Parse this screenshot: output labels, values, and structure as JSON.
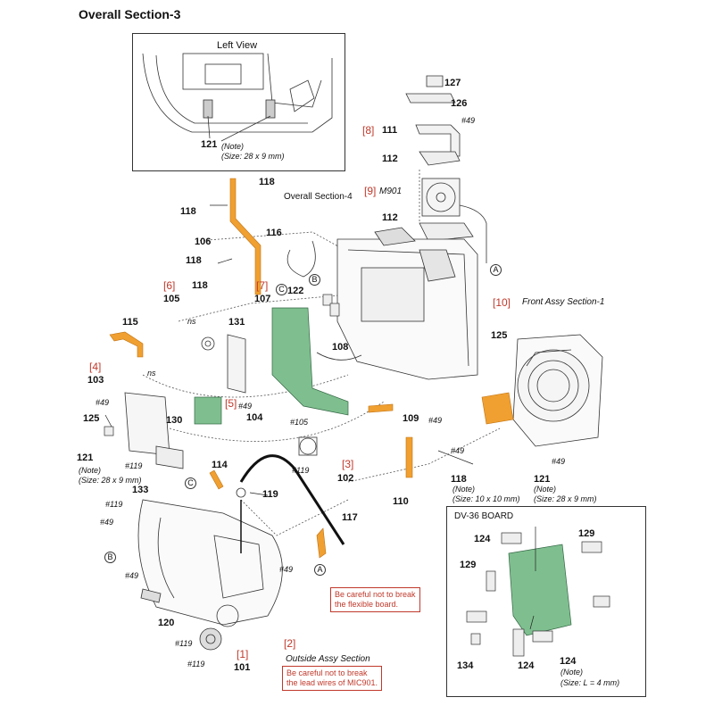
{
  "title": "Overall Section-3",
  "left_view": {
    "heading": "Left View",
    "part": "121",
    "note": "(Note)",
    "size": "(Size: 28 x 9 mm)"
  },
  "dv36": {
    "heading": "DV-36 BOARD",
    "parts": [
      "124",
      "129",
      "129",
      "134",
      "124",
      "124"
    ],
    "note": "(Note)",
    "size": "(Size: L = 4 mm)"
  },
  "ref_labels": [
    {
      "text": "[1]"
    },
    {
      "text": "[2]"
    },
    {
      "text": "[3]"
    },
    {
      "text": "[4]"
    },
    {
      "text": "[5]"
    },
    {
      "text": "[6]"
    },
    {
      "text": "[7]"
    },
    {
      "text": "[8]"
    },
    {
      "text": "[9]"
    },
    {
      "text": "[10]"
    }
  ],
  "section_refs": {
    "overall4": "Overall Section-4",
    "front": "Front Assy Section-1",
    "outside": "Outside Assy Section",
    "m901": "M901"
  },
  "warnings": {
    "flex": [
      "Be careful not to break",
      "the flexible board."
    ],
    "mic": [
      "Be careful not to break",
      "the lead wires of MIC901."
    ]
  },
  "parts": [
    "101",
    "102",
    "103",
    "104",
    "105",
    "106",
    "107",
    "108",
    "109",
    "110",
    "111",
    "112",
    "112",
    "114",
    "115",
    "116",
    "117",
    "118",
    "118",
    "118",
    "118",
    "119",
    "120",
    "121",
    "122",
    "125",
    "125",
    "126",
    "127",
    "130",
    "131",
    "133"
  ],
  "screws": [
    "#49",
    "#49",
    "#49",
    "#49",
    "#49",
    "#49",
    "#49",
    "#49",
    "#49",
    "#119",
    "#119",
    "#119",
    "#119",
    "#119",
    "#105",
    "ns",
    "ns"
  ],
  "notes": {
    "n121a": [
      "(Note)",
      "(Size: 28 x 9 mm)"
    ],
    "n118": [
      "(Note)",
      "(Size: 10 x 10 mm)"
    ],
    "n121b": [
      "(Note)",
      "(Size: 28 x 9 mm)"
    ]
  },
  "markers": [
    "A",
    "A",
    "B",
    "B",
    "C",
    "C"
  ]
}
